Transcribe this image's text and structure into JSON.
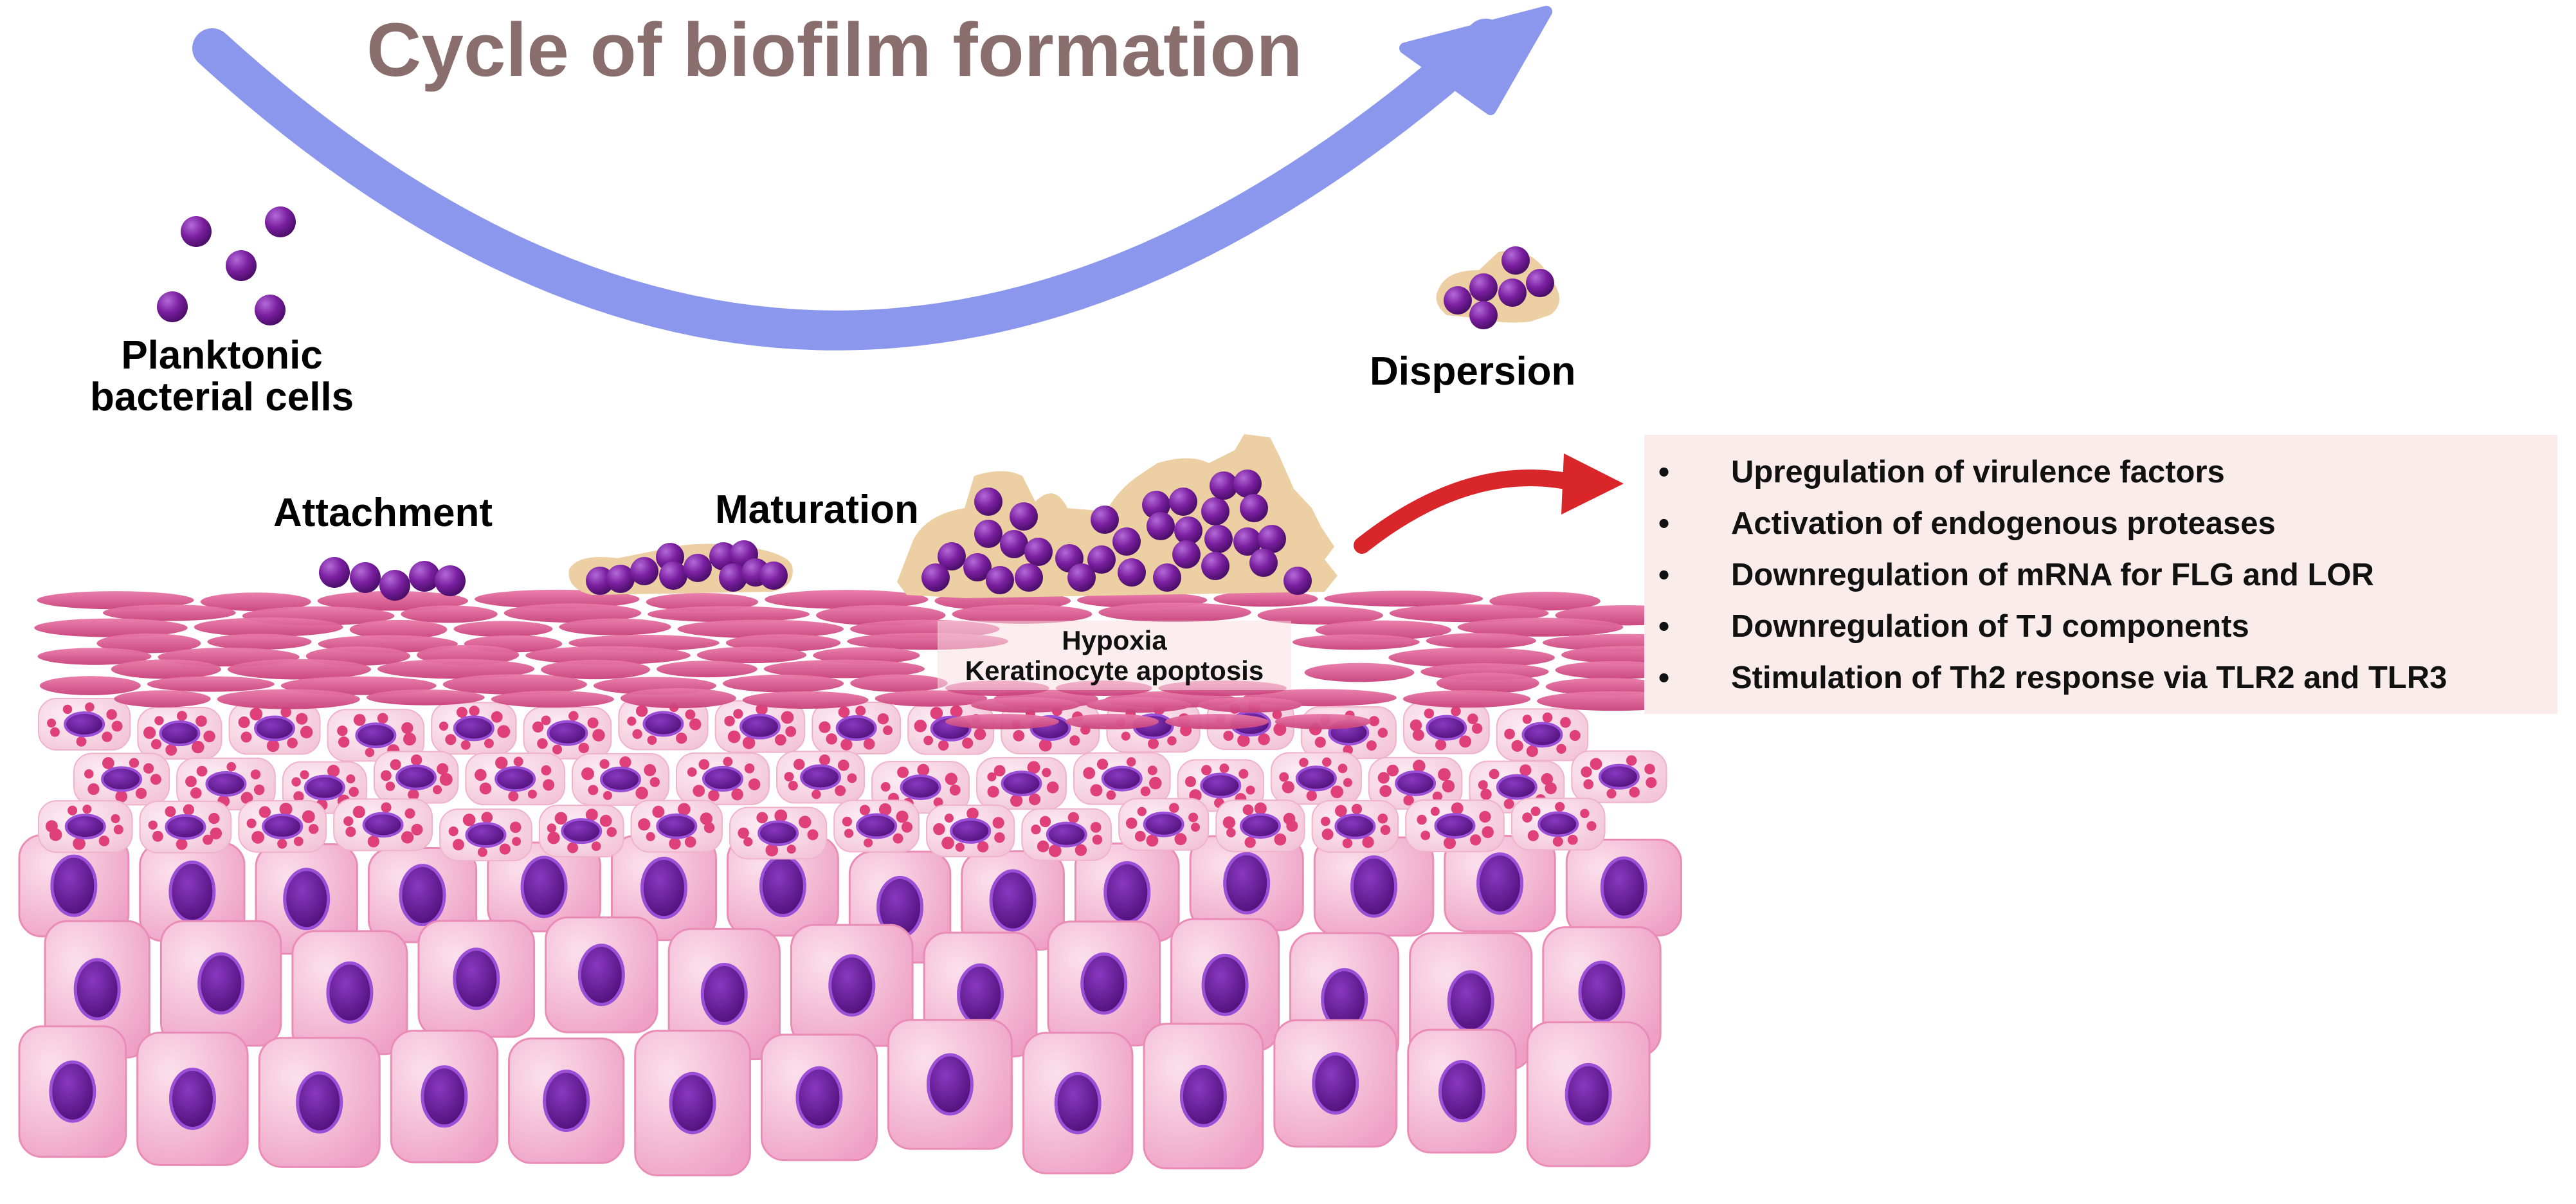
{
  "title": "Cycle of biofilm formation",
  "labels": {
    "planktonic_line1": "Planktonic",
    "planktonic_line2": "bacterial cells",
    "dispersion": "Dispersion",
    "attachment": "Attachment",
    "maturation": "Maturation",
    "hypoxia": "Hypoxia",
    "apoptosis": "Keratinocyte apoptosis"
  },
  "effects": [
    "Upregulation of virulence factors",
    "Activation of endogenous proteases",
    "Downregulation of mRNA for FLG and LOR",
    "Downregulation of TJ components",
    "Stimulation of Th2 response via TLR2 and TLR3"
  ],
  "bullet": "•",
  "colors": {
    "title": "#8a6e6e",
    "cycle_arrow": "#8b97ec",
    "red_arrow": "#d8262b",
    "bacteria": "#7a1fa0",
    "matrix": "#eccfa3",
    "flat_cells": "#d24f86",
    "granular_cells": "#f4cddd",
    "basal_cells": "#f0a9c9",
    "nucleus": "#6a1c9a",
    "panel_bg": "#fbecec"
  }
}
